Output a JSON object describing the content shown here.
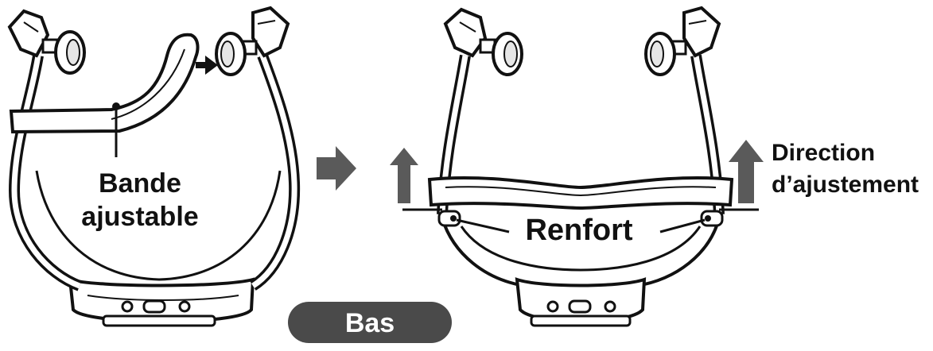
{
  "labels": {
    "adjustable_band_line1": "Bande",
    "adjustable_band_line2": "ajustable",
    "reinforcement": "Renfort",
    "direction_line1": "Direction",
    "direction_line2": "d’ajustement",
    "bottom": "Bas"
  },
  "colors": {
    "ink": "#111111",
    "arrow_gray": "#5a5a5a",
    "badge_bg": "#4a4a4a",
    "badge_text": "#ffffff",
    "device_fill": "#ffffff",
    "device_shade": "#e6e6e6"
  },
  "icons": [
    "right-arrow-icon",
    "up-arrow-icon"
  ]
}
